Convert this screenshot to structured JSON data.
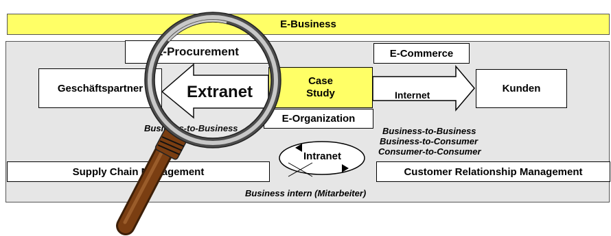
{
  "diagram": {
    "banner": "E-Business",
    "e_procurement": "E-Procurement",
    "e_commerce": "E-Commerce",
    "partners": "Geschäftspartner",
    "extranet": "Extranet",
    "case_study": "Case Study",
    "internet": "Internet",
    "customers": "Kunden",
    "e_organization": "E-Organization",
    "b2b_left": "Business-to-Business",
    "b2b_right": "Business-to-Business",
    "b2c": "Business-to-Consumer",
    "c2c": "Consumer-to-Consumer",
    "intranet": "Intranet",
    "scm": "Supply Chain Management",
    "crm": "Customer Relationship Management",
    "internal": "Business intern (Mitarbeiter)"
  },
  "colors": {
    "banner": "#ffff66",
    "case_study": "#ffff66",
    "panel": "#e6e6e6",
    "handle": "#7a3e12"
  }
}
